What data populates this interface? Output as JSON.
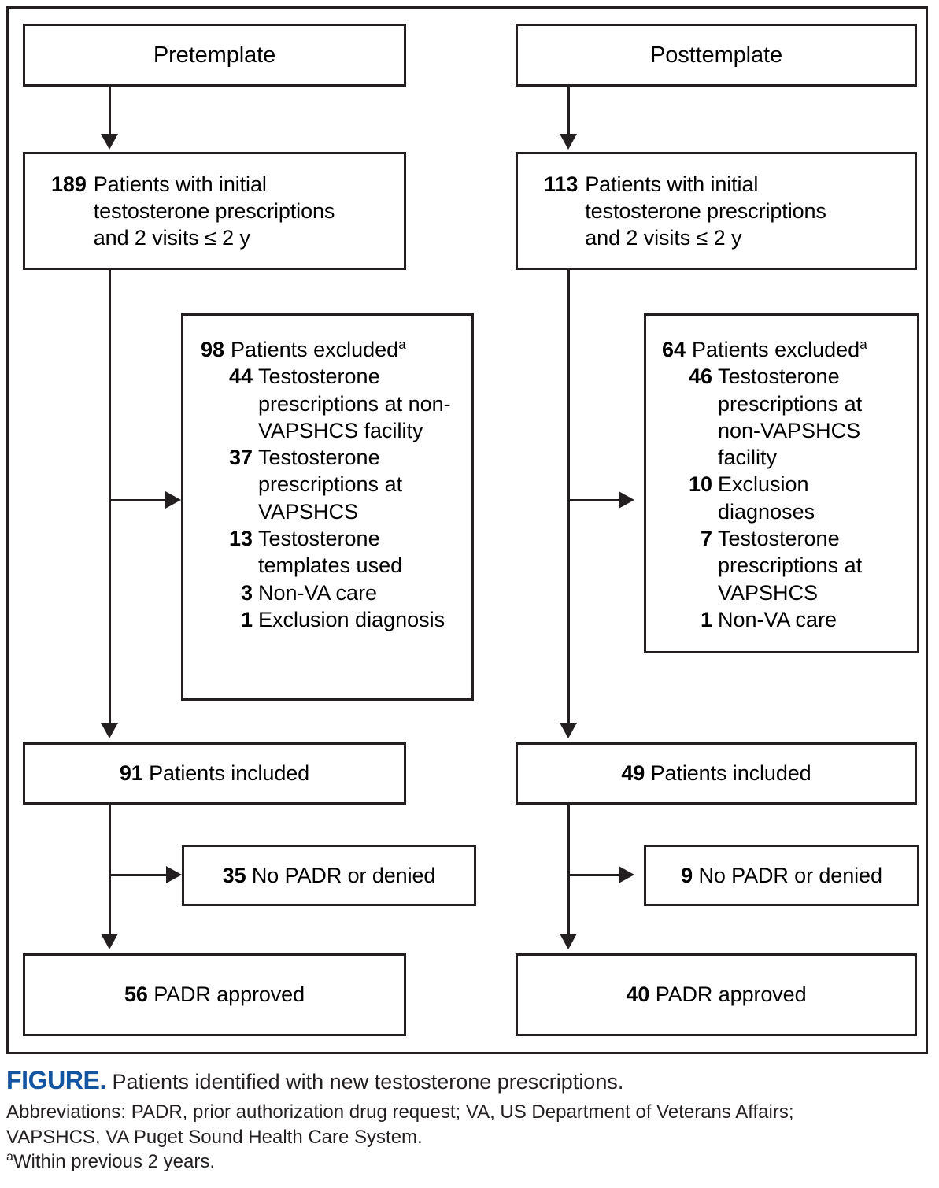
{
  "figure": {
    "columns": [
      {
        "id": "pretemplate",
        "title": "Pretemplate",
        "initial": {
          "count": "189",
          "label": "Patients with initial\ntestosterone prescriptions\nand 2 visits ≤ 2 y"
        },
        "excluded": {
          "count": "98",
          "label": "Patients excluded",
          "footnote_marker": "a",
          "items": [
            {
              "count": "44",
              "label": "Testosterone prescriptions at non-VAPSHCS facility"
            },
            {
              "count": "37",
              "label": "Testosterone prescriptions at VAPSHCS"
            },
            {
              "count": "13",
              "label": "Testosterone templates used"
            },
            {
              "count": "3",
              "label": "Non-VA care"
            },
            {
              "count": "1",
              "label": "Exclusion diagnosis"
            }
          ]
        },
        "included": {
          "count": "91",
          "label": "Patients included"
        },
        "no_padr": {
          "count": "35",
          "label": "No PADR or denied"
        },
        "approved": {
          "count": "56",
          "label": "PADR approved"
        }
      },
      {
        "id": "posttemplate",
        "title": "Posttemplate",
        "initial": {
          "count": "113",
          "label": "Patients with initial\ntestosterone prescriptions\nand 2 visits ≤ 2 y"
        },
        "excluded": {
          "count": "64",
          "label": "Patients excluded",
          "footnote_marker": "a",
          "items": [
            {
              "count": "46",
              "label": "Testosterone prescriptions at non-VAPSHCS facility"
            },
            {
              "count": "10",
              "label": "Exclusion diagnoses"
            },
            {
              "count": "7",
              "label": "Testosterone prescriptions at VAPSHCS"
            },
            {
              "count": "1",
              "label": "Non-VA care"
            }
          ]
        },
        "included": {
          "count": "49",
          "label": "Patients included"
        },
        "no_padr": {
          "count": "9",
          "label": "No PADR or denied"
        },
        "approved": {
          "count": "40",
          "label": "PADR approved"
        }
      }
    ]
  },
  "caption": {
    "figure_word": "FIGURE.",
    "title": "Patients identified with new testosterone prescriptions.",
    "abbreviations_line1": "Abbreviations: PADR, prior authorization drug request; VA, US Department of Veterans Affairs;",
    "abbreviations_line2": "VAPSHCS, VA Puget Sound Health Care System.",
    "footnote_marker": "a",
    "footnote": "Within previous 2 years."
  },
  "colors": {
    "accent_blue": "#12549f",
    "ink": "#231f20",
    "background": "#ffffff"
  },
  "chart_data": {
    "type": "diagram",
    "title": "Patients identified with new testosterone prescriptions.",
    "flow": [
      {
        "group": "Pretemplate",
        "stage": "Initial",
        "n": 189
      },
      {
        "group": "Pretemplate",
        "stage": "Excluded",
        "n": 98
      },
      {
        "group": "Pretemplate",
        "stage": "Included",
        "n": 91
      },
      {
        "group": "Pretemplate",
        "stage": "No PADR or denied",
        "n": 35
      },
      {
        "group": "Pretemplate",
        "stage": "PADR approved",
        "n": 56
      },
      {
        "group": "Posttemplate",
        "stage": "Initial",
        "n": 113
      },
      {
        "group": "Posttemplate",
        "stage": "Excluded",
        "n": 64
      },
      {
        "group": "Posttemplate",
        "stage": "Included",
        "n": 49
      },
      {
        "group": "Posttemplate",
        "stage": "No PADR or denied",
        "n": 9
      },
      {
        "group": "Posttemplate",
        "stage": "PADR approved",
        "n": 40
      }
    ]
  }
}
